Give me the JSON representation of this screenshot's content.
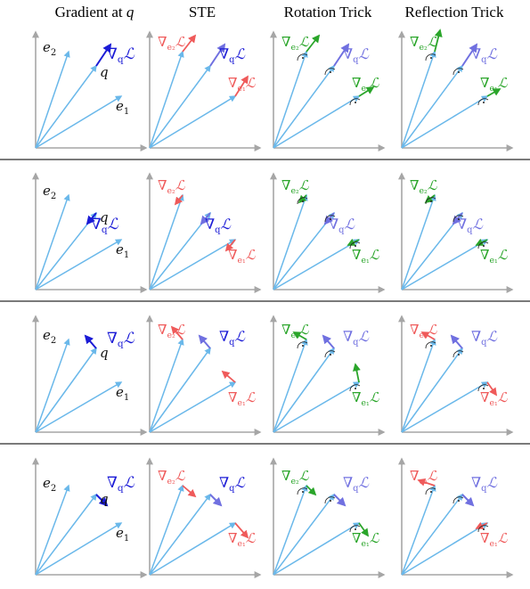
{
  "headers": [
    {
      "text": "Gradient at",
      "symbol": "q"
    },
    {
      "text": "STE",
      "symbol": ""
    },
    {
      "text": "Rotation Trick",
      "symbol": ""
    },
    {
      "text": "Reflection Trick",
      "symbol": ""
    }
  ],
  "colors": {
    "axis": "#a6a6a6",
    "vector": "#6ab8ea",
    "grad_q": "#1b1bd6",
    "grad_q_light": "#7070e0",
    "grad_e_ste": "#ef5a5a",
    "grad_e_rot": "#2aa52a",
    "separator": "#7a7a7a"
  },
  "labels": {
    "e1": "e",
    "e1_sub": "1",
    "e2": "e",
    "e2_sub": "2",
    "q": "q",
    "nabla": "∇",
    "loss": "ℒ",
    "sub_q": "q",
    "sub_e1": "e₁",
    "sub_e2": "e₂"
  },
  "rows": [
    {
      "name": "row-1"
    },
    {
      "name": "row-2"
    },
    {
      "name": "row-3"
    },
    {
      "name": "row-4"
    }
  ]
}
